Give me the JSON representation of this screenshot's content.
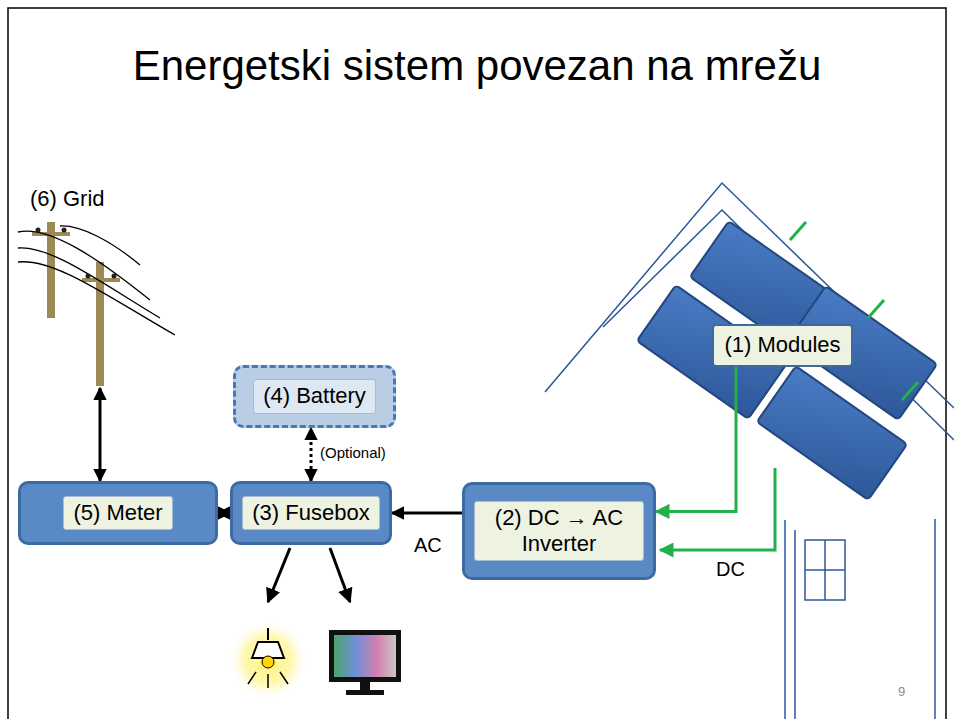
{
  "diagram": {
    "title": "Energetski sistem povezan na mrežu",
    "nodes": [
      {
        "text": [
          "(6) Grid"
        ]
      },
      {
        "text": [
          "(1) Modules"
        ]
      },
      {
        "text": [
          "(4) Battery"
        ]
      },
      {
        "text": [
          "(5) Meter"
        ]
      },
      {
        "text": [
          "(3) Fusebox"
        ]
      },
      {
        "text": [
          "(2) DC → AC Inverter"
        ]
      }
    ],
    "edges": [
      {
        "from": 1,
        "to": 5,
        "label": "DC",
        "arrow": "to"
      },
      {
        "from": 5,
        "to": 4,
        "label": "AC",
        "arrow": "to"
      },
      {
        "from": 4,
        "to": 2,
        "label": "(Optional)",
        "arrow": "both"
      },
      {
        "from": 4,
        "to": 3,
        "arrow": "both"
      },
      {
        "from": 0,
        "to": 3,
        "arrow": "both"
      }
    ],
    "labels": [
      "9"
    ]
  }
}
